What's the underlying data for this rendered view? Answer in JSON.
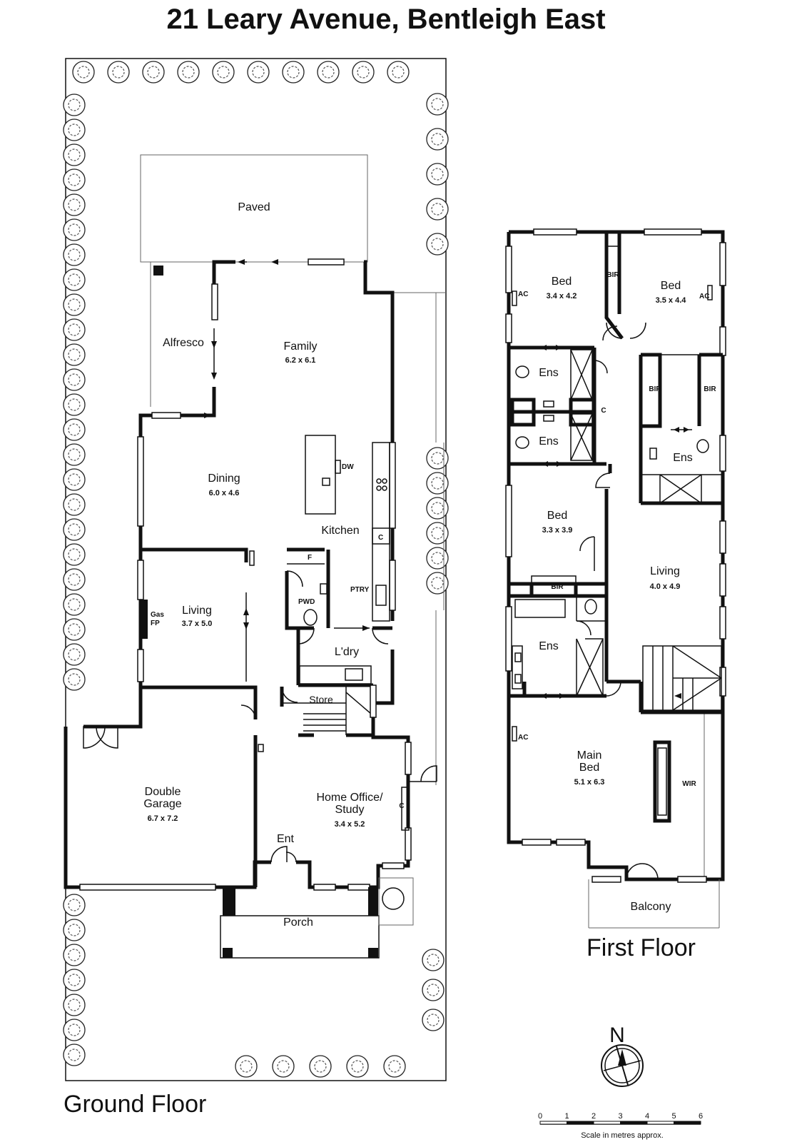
{
  "title": "21 Leary Avenue, Bentleigh East",
  "ground_floor": {
    "label": "Ground Floor",
    "rooms": {
      "paved": {
        "name": "Paved"
      },
      "alfresco": {
        "name": "Alfresco"
      },
      "family": {
        "name": "Family",
        "dim": "6.2 x 6.1"
      },
      "dining": {
        "name": "Dining",
        "dim": "6.0 x 4.6"
      },
      "kitchen": {
        "name": "Kitchen"
      },
      "living": {
        "name": "Living",
        "dim": "3.7 x 5.0"
      },
      "ldry": {
        "name": "L'dry"
      },
      "store": {
        "name": "Store"
      },
      "garage_l1": "Double",
      "garage_l2": "Garage",
      "garage_dim": "6.7 x 7.2",
      "office_l1": "Home Office/",
      "office_l2": "Study",
      "office_dim": "3.4 x 5.2",
      "ent": "Ent",
      "porch": "Porch"
    },
    "tags": {
      "dw": "DW",
      "f": "F",
      "pwd": "PWD",
      "ptry": "PTRY",
      "c_kitchen": "C",
      "gas": "Gas",
      "fp": "FP",
      "c_office": "C"
    }
  },
  "first_floor": {
    "label": "First Floor",
    "rooms": {
      "bed1": {
        "name": "Bed",
        "dim": "3.4 x 4.2"
      },
      "bed2": {
        "name": "Bed",
        "dim": "3.5 x 4.4"
      },
      "bed3": {
        "name": "Bed",
        "dim": "3.3 x 3.9"
      },
      "ens1": "Ens",
      "ens2": "Ens",
      "ens3": "Ens",
      "ens4": "Ens",
      "living": {
        "name": "Living",
        "dim": "4.0 x 4.9"
      },
      "main_l1": "Main",
      "main_l2": "Bed",
      "main_dim": "5.1 x 6.3",
      "balcony": "Balcony"
    },
    "tags": {
      "ac1": "AC",
      "ac2": "AC",
      "ac3": "AC",
      "bir1": "BIR",
      "bir2": "BIR",
      "bir3": "BIR",
      "bir4": "BIR",
      "c": "C",
      "wir": "WIR"
    }
  },
  "compass": {
    "label": "N"
  },
  "scale": {
    "ticks": [
      "0",
      "1",
      "2",
      "3",
      "4",
      "5",
      "6"
    ],
    "caption": "Scale in metres approx."
  }
}
